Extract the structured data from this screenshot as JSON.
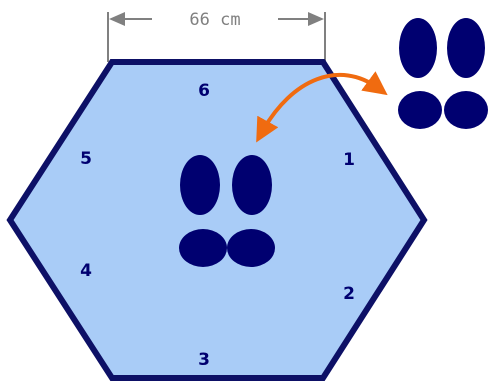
{
  "dimension_label": "66 cm",
  "position_labels": [
    "1",
    "2",
    "3",
    "4",
    "5",
    "6"
  ],
  "icons": {
    "center": "footprints-icon",
    "outside": "footprints-icon",
    "arrow": "double-headed-curved-arrow-icon"
  },
  "colors": {
    "hexagon_fill": "#a9ccf7",
    "hexagon_stroke": "#0d1066",
    "footprint": "#000070",
    "arrow": "#f06b10",
    "dimension": "#808080"
  }
}
